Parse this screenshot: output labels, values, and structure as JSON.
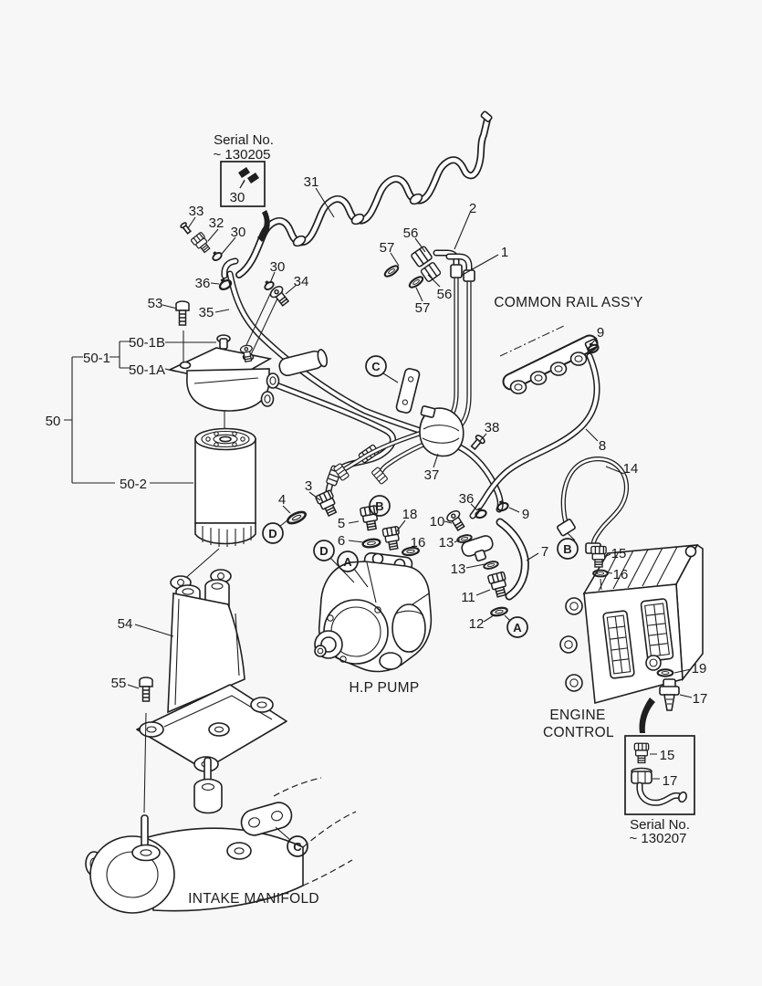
{
  "colors": {
    "background": "#f7f7f7",
    "ink": "#1f1f1f",
    "paper": "#ffffff"
  },
  "labels": {
    "common_rail": "COMMON RAIL ASS'Y",
    "hp_pump": "H.P PUMP",
    "engine_control_line1": "ENGINE",
    "engine_control_line2": "CONTROL",
    "intake_manifold": "INTAKE MANIFOLD"
  },
  "serial_note_top": {
    "title": "Serial No.",
    "range": "~ 130205",
    "part": "30"
  },
  "serial_note_bottom": {
    "title": "Serial No.",
    "range": "~ 130207",
    "part_upper": "15",
    "part_lower": "17"
  },
  "letters": {
    "a": "A",
    "b": "B",
    "c": "C",
    "d": "D"
  },
  "callouts": {
    "c1": "1",
    "c2": "2",
    "c3": "3",
    "c4": "4",
    "c5": "5",
    "c6": "6",
    "c7": "7",
    "c8": "8",
    "c9_rail": "9",
    "c9_pump": "9",
    "c10": "10",
    "c11": "11",
    "c12": "12",
    "c13_a": "13",
    "c13_b": "13",
    "c14": "14",
    "c15_ecu": "15",
    "c16_ecu": "16",
    "c16_pump": "16",
    "c17_ecu": "17",
    "c18": "18",
    "c19": "19",
    "c30_a": "30",
    "c30_b": "30",
    "c31": "31",
    "c32": "32",
    "c33": "33",
    "c34": "34",
    "c35": "35",
    "c36_top": "36",
    "c36_pump": "36",
    "c37": "37",
    "c38": "38",
    "c50": "50",
    "c50_1": "50-1",
    "c50_1a": "50-1A",
    "c50_1b": "50-1B",
    "c50_2": "50-2",
    "c53": "53",
    "c54": "54",
    "c55": "55",
    "c56_a": "56",
    "c56_b": "56",
    "c57_a": "57",
    "c57_b": "57"
  }
}
